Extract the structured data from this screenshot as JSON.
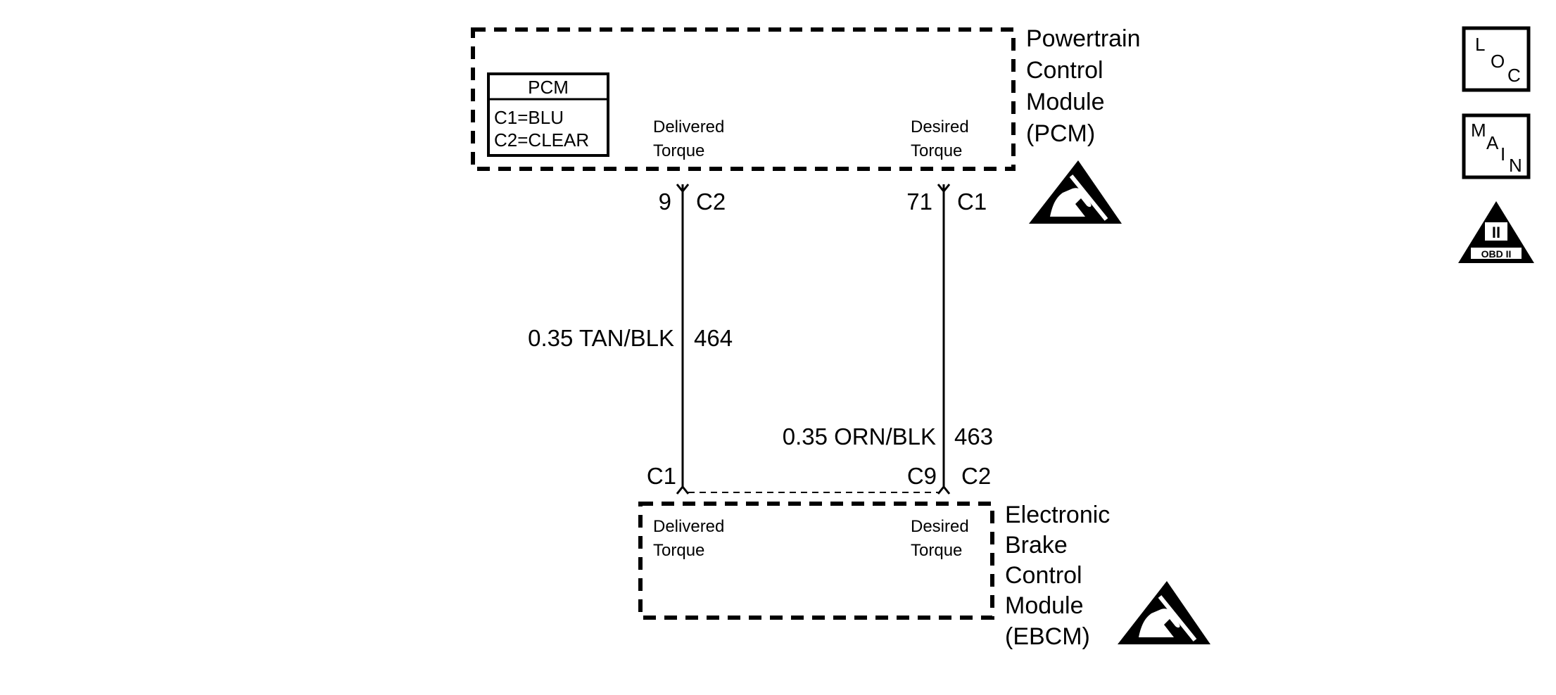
{
  "pcm": {
    "name_lines": [
      "Powertrain",
      "Control",
      "Module",
      "(PCM)"
    ],
    "legend_title": "PCM",
    "legend_lines": [
      "C1=BLU",
      "C2=CLEAR"
    ],
    "delivered_lines": [
      "Delivered",
      "Torque"
    ],
    "desired_lines": [
      "Desired",
      "Torque"
    ]
  },
  "pins": {
    "pcm_left_pin": "9",
    "pcm_left_conn": "C2",
    "pcm_right_pin": "71",
    "pcm_right_conn": "C1",
    "ebcm_left_pin": "C1",
    "ebcm_right_pin": "C9",
    "ebcm_right_conn": "C2"
  },
  "wires": {
    "left_gauge_color": "0.35 TAN/BLK",
    "left_circuit": "464",
    "right_gauge_color": "0.35 ORN/BLK",
    "right_circuit": "463"
  },
  "ebcm": {
    "name_lines": [
      "Electronic",
      "Brake",
      "Control",
      "Module",
      "(EBCM)"
    ],
    "delivered_lines": [
      "Delivered",
      "Torque"
    ],
    "desired_lines": [
      "Desired",
      "Torque"
    ]
  },
  "icons": {
    "loc_letters": [
      "L",
      "O",
      "C"
    ],
    "main_letters": [
      "M",
      "A",
      "I",
      "N"
    ],
    "obd_numeral": "II",
    "obd_label": "OBD II",
    "esd_icon": "esd-warning-icon"
  }
}
